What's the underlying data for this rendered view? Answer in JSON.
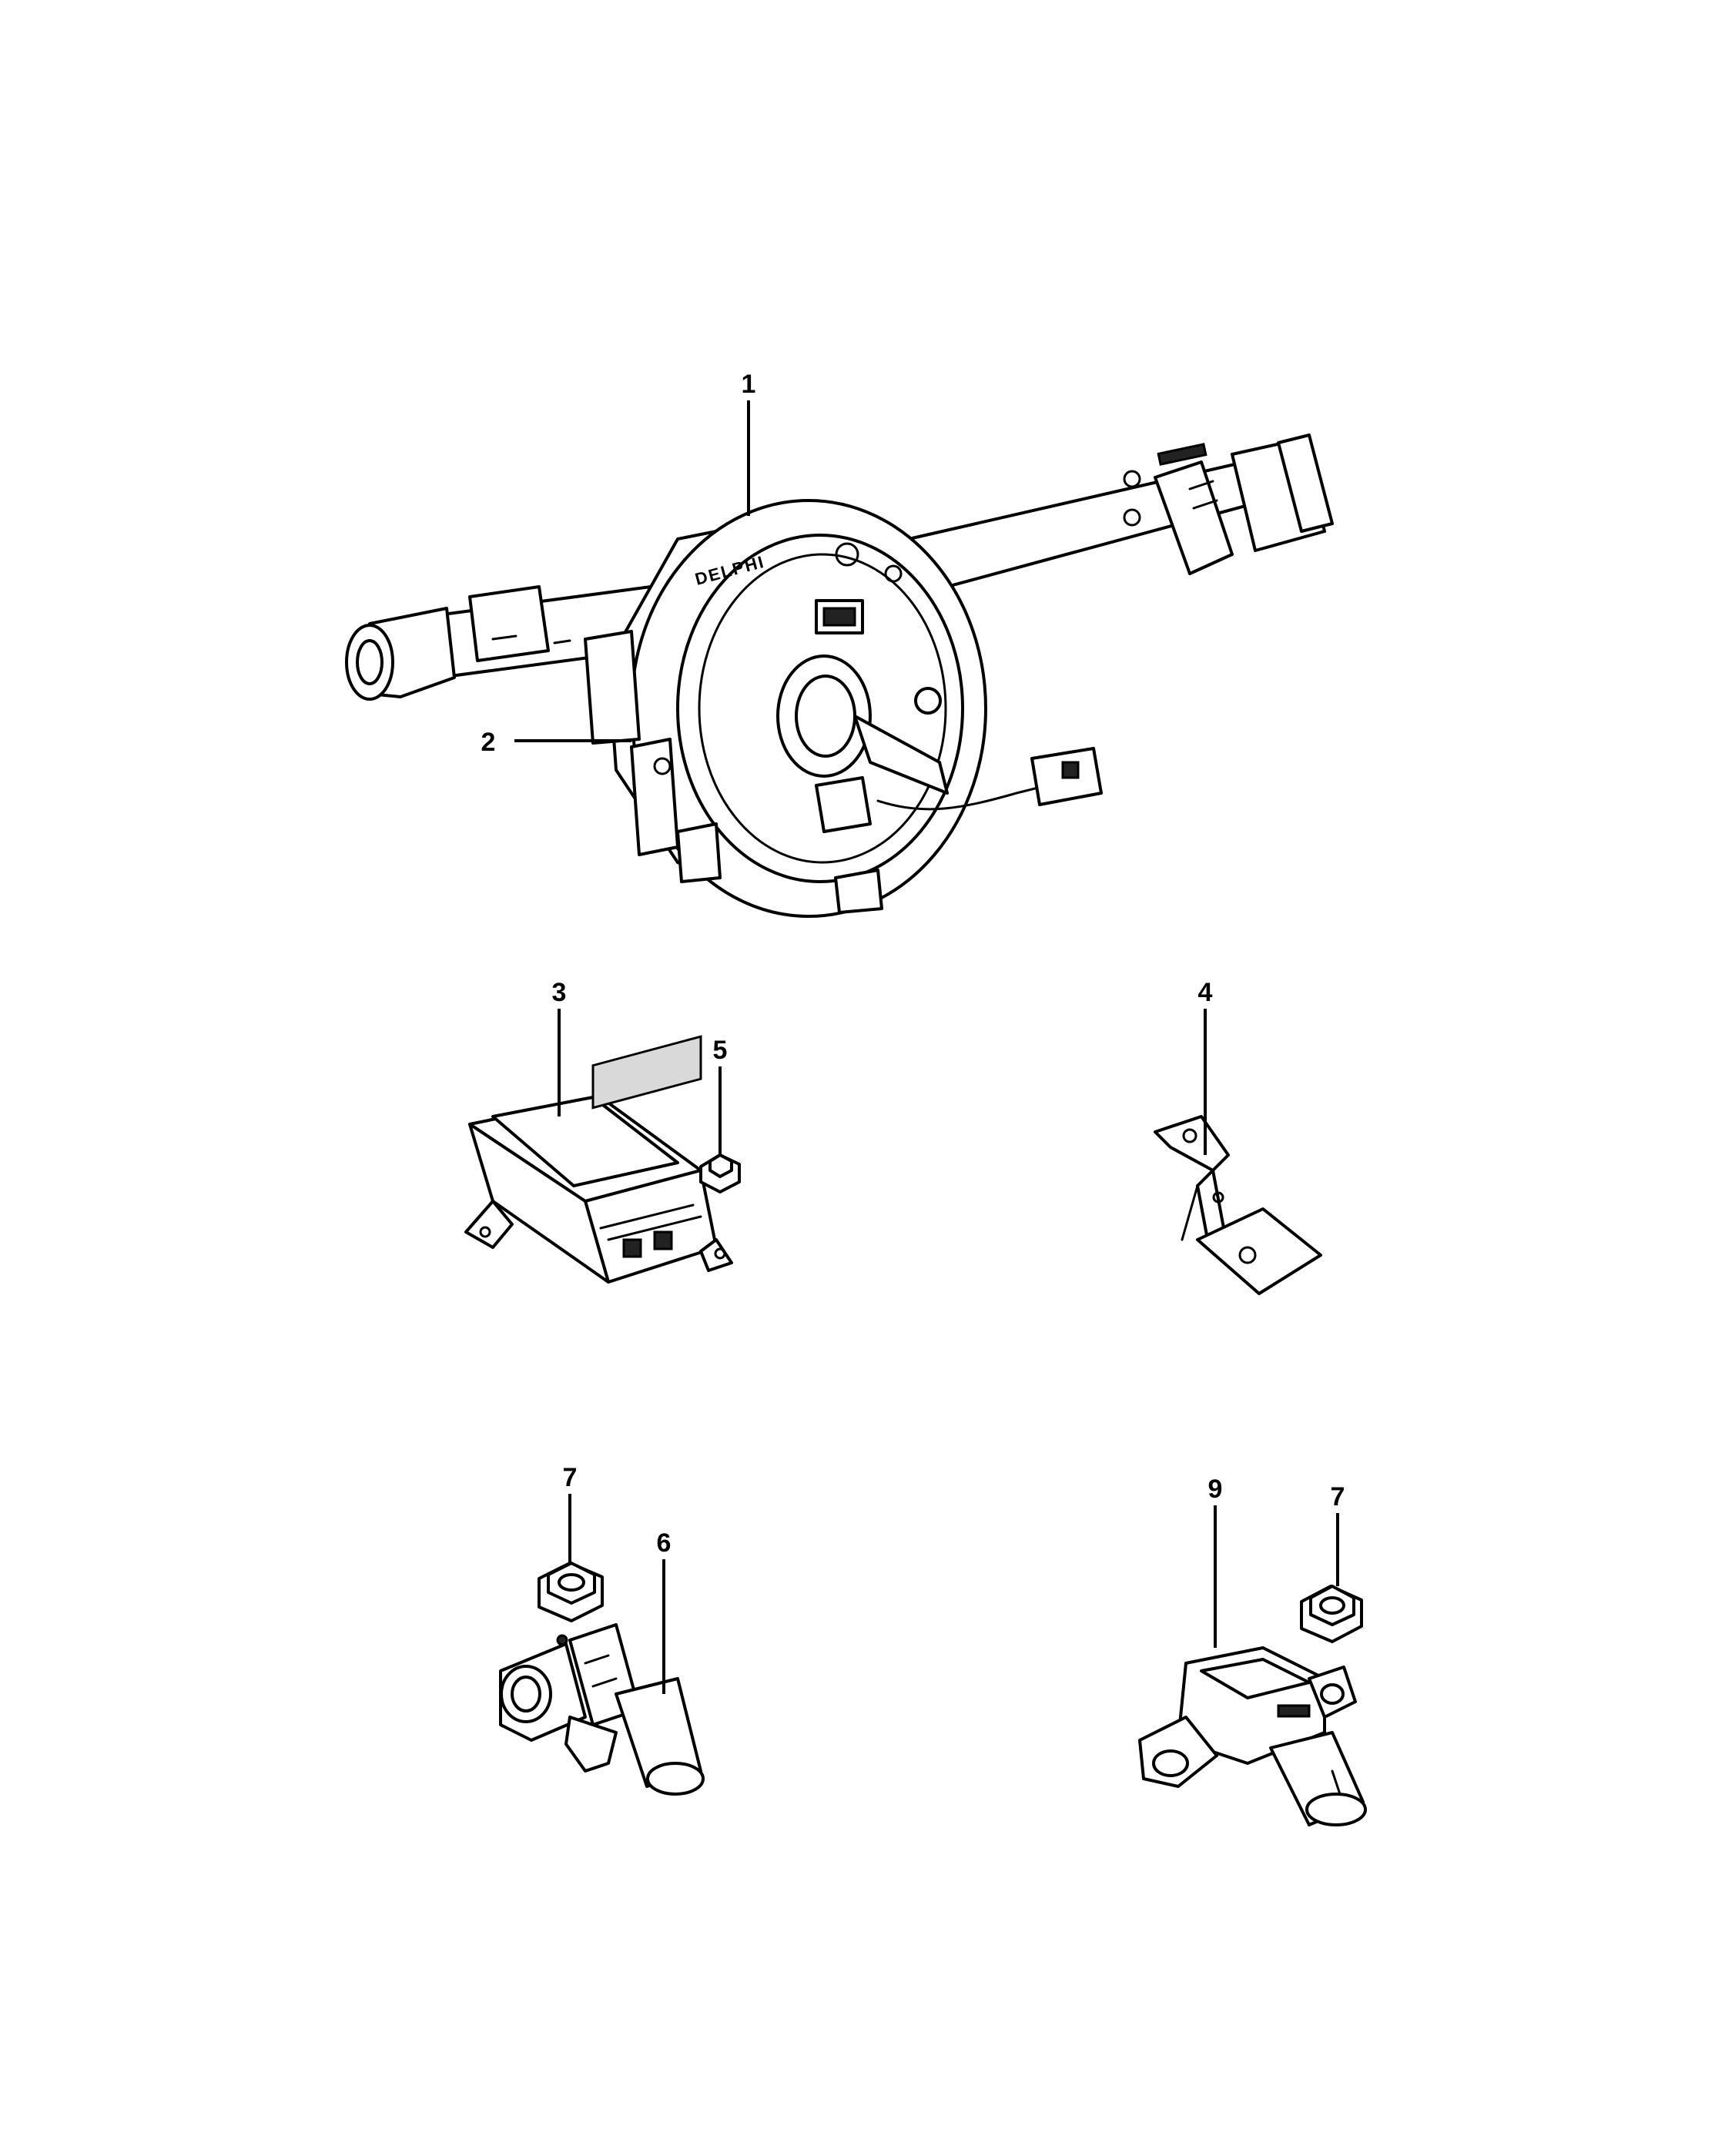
{
  "callouts": [
    {
      "id": "c1",
      "text": "1"
    },
    {
      "id": "c2",
      "text": "2"
    },
    {
      "id": "c3",
      "text": "3"
    },
    {
      "id": "c4",
      "text": "4"
    },
    {
      "id": "c5",
      "text": "5"
    },
    {
      "id": "c6",
      "text": "6"
    },
    {
      "id": "c7a",
      "text": "7"
    },
    {
      "id": "c7b",
      "text": "7"
    },
    {
      "id": "c9",
      "text": "9"
    }
  ],
  "logo_text": "DELPHI"
}
